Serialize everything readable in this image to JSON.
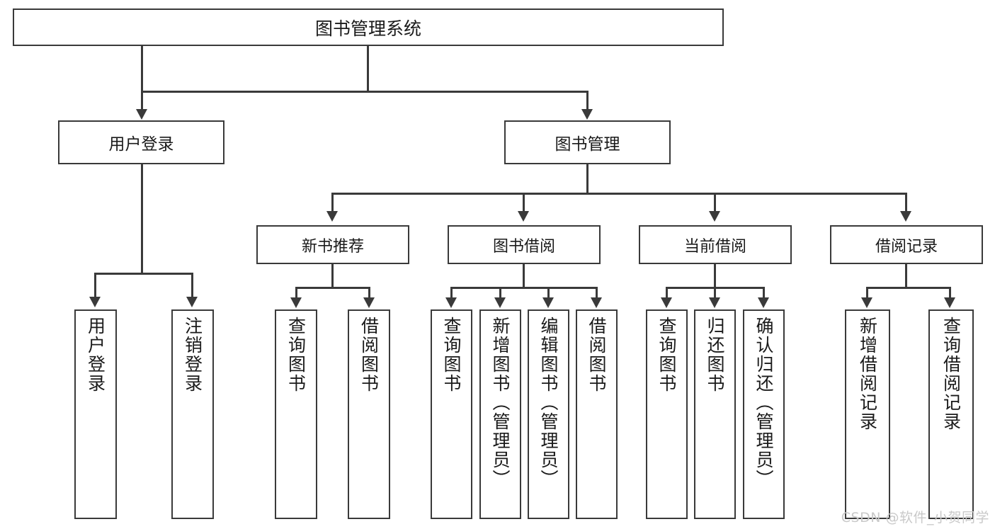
{
  "diagram": {
    "title": "图书管理系统",
    "type": "tree",
    "watermark": "CSDN @软件_小贺同学",
    "colors": {
      "box_border": "#3a3a3a",
      "box_fill": "#ffffff",
      "connector": "#3a3a3a",
      "text": "#1a1a1a",
      "watermark": "#c9c9c9",
      "background": "#ffffff"
    }
  },
  "root": {
    "label": "图书管理系统"
  },
  "level1": [
    {
      "label": "用户登录"
    },
    {
      "label": "图书管理"
    }
  ],
  "level2": [
    {
      "label": "新书推荐"
    },
    {
      "label": "图书借阅"
    },
    {
      "label": "当前借阅"
    },
    {
      "label": "借阅记录"
    }
  ],
  "leaves": {
    "user_login": [
      {
        "label": "用户登录"
      },
      {
        "label": "注销登录"
      }
    ],
    "new_book_recommend": [
      {
        "label": "查询图书"
      },
      {
        "label": "借阅图书"
      }
    ],
    "book_borrow": [
      {
        "label": "查询图书"
      },
      {
        "label": "新增图书（管理员）"
      },
      {
        "label": "编辑图书（管理员）"
      },
      {
        "label": "借阅图书"
      }
    ],
    "current_borrow": [
      {
        "label": "查询图书"
      },
      {
        "label": "归还图书"
      },
      {
        "label": "确认归还（管理员）"
      }
    ],
    "borrow_record": [
      {
        "label": "新增借阅记录"
      },
      {
        "label": "查询借阅记录"
      }
    ]
  }
}
